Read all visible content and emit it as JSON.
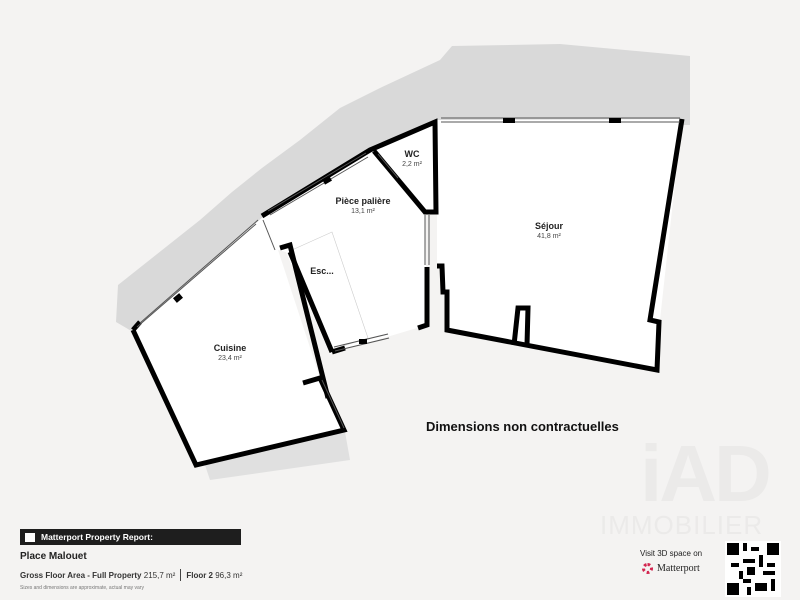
{
  "rooms": [
    {
      "name": "Cuisine",
      "area": "23,4 m²"
    },
    {
      "name": "Pièce palière",
      "area": "13,1 m²"
    },
    {
      "name": "WC",
      "area": "2,2 m²"
    },
    {
      "name": "Séjour",
      "area": "41,8 m²"
    },
    {
      "name": "Esc..."
    }
  ],
  "disclaimer": "Dimensions non contractuelles",
  "watermark": {
    "logo": "iAD",
    "sub": "IMMOBILIER"
  },
  "report": {
    "title": "Matterport Property Report:",
    "place": "Place Malouet",
    "gross_label": "Gross Floor Area - Full Property",
    "gross_value": "215,7 m²",
    "floor_label": "Floor 2",
    "floor_value": "96,3 m²",
    "note": "Sizes and dimensions are approximate, actual may vary"
  },
  "visit": {
    "text": "Visit 3D space on",
    "brand": "Matterport",
    "brand_color": "#d2254f"
  },
  "colors": {
    "wall": "#000000",
    "shadow": "#d9d9d9",
    "background": "#f4f3f2"
  }
}
